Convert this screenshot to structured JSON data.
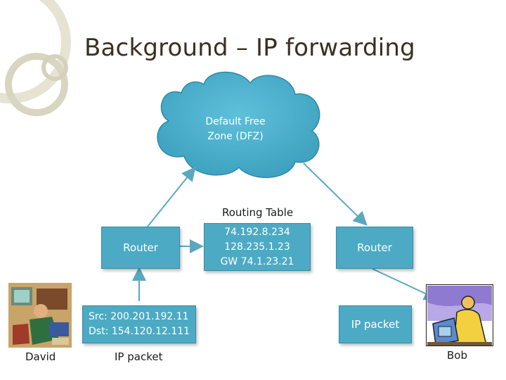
{
  "title": "Background – IP forwarding",
  "cloud": {
    "lines": [
      "Default Free",
      "Zone (DFZ)"
    ]
  },
  "routing_table": {
    "label": "Routing Table",
    "entries": [
      "74.192.8.234",
      "128.235.1.23",
      "GW 74.1.23.21"
    ]
  },
  "routers": {
    "left": "Router",
    "right": "Router"
  },
  "packet_left": {
    "src": "Src: 200.201.192.11",
    "dst": "Dst: 154.120.12.111",
    "caption": "IP packet"
  },
  "packet_right": {
    "label": "IP packet"
  },
  "people": {
    "left": "David",
    "right": "Bob"
  },
  "colors": {
    "box": "#4caac4",
    "arrow": "#5aa8c0",
    "title": "#3a3020",
    "deco_ring": "#d8d5c0"
  }
}
